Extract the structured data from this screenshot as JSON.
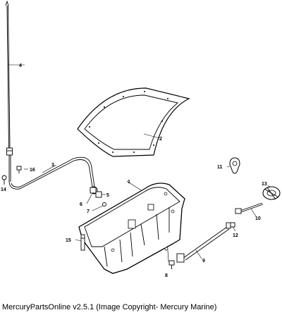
{
  "callouts": {
    "c1": "1",
    "c2": "2",
    "c3": "3",
    "c4": "4",
    "c5": "5",
    "c6": "6",
    "c7": "7",
    "c8": "8",
    "c9": "9",
    "c10": "10",
    "c11": "11",
    "c12": "12",
    "c13": "13",
    "c14": "14",
    "c15": "15",
    "c16": "16"
  },
  "footer": "MercuryPartsOnline v2.5.1 (Image Copyright- Mercury Marine)"
}
